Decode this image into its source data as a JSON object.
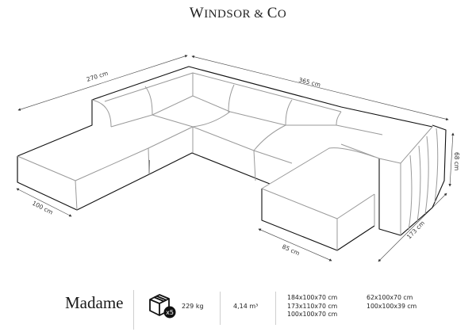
{
  "header": {
    "brand_first": "W",
    "brand_rest": "INDSOR & ",
    "brand_co_first": "C",
    "brand_co_rest": "O",
    "brand_full": "Windsor & Co"
  },
  "drawing": {
    "dimensions": {
      "depth_left": "270 cm",
      "width_back": "365 cm",
      "height": "68 cm",
      "chaise_left_width": "100 cm",
      "chaise_right_width": "85 cm",
      "depth_right": "173 cm"
    },
    "colors": {
      "line_dark": "#111111",
      "line_light": "#9a9a9a",
      "dim_line": "#555555"
    }
  },
  "footer": {
    "product_name": "Madame",
    "package_icon": "package-box-icon",
    "package_count": "x5",
    "weight": "229 kg",
    "volume": "4,14 m³",
    "module_dimensions_col1": [
      "184x100x70 cm",
      "173x110x70 cm",
      "100x100x70 cm"
    ],
    "module_dimensions_col2": [
      "62x100x70 cm",
      "100x100x39 cm"
    ]
  }
}
